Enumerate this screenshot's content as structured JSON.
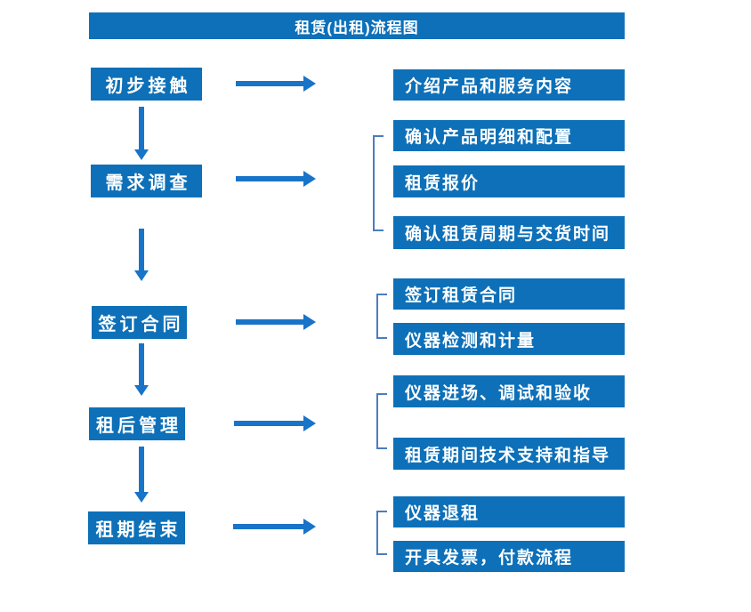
{
  "title": "租赁(出租)流程图",
  "colors": {
    "box_blue": "#0d70b8",
    "arrow_blue": "#1874c8",
    "bracket_blue": "#4a7cc0",
    "text_white": "#ffffff"
  },
  "steps": [
    {
      "label": "初步接触",
      "details": [
        "介绍产品和服务内容"
      ]
    },
    {
      "label": "需求调查",
      "details": [
        "确认产品明细和配置",
        "租赁报价",
        "确认租赁周期与交货时间"
      ]
    },
    {
      "label": "签订合同",
      "details": [
        "签订租赁合同",
        "仪器检测和计量"
      ]
    },
    {
      "label": "租后管理",
      "details": [
        "仪器进场、调试和验收",
        "租赁期间技术支持和指导"
      ]
    },
    {
      "label": "租期结束",
      "details": [
        "仪器退租",
        "开具发票，付款流程"
      ]
    }
  ]
}
